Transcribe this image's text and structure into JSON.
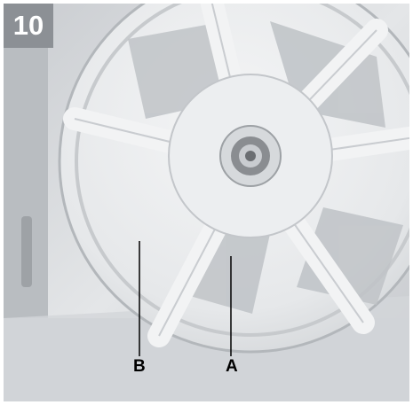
{
  "step_number": "10",
  "callouts": [
    {
      "label": "B",
      "target": "lower-drive-pulley"
    },
    {
      "label": "A",
      "target": "pulley-belt"
    }
  ]
}
